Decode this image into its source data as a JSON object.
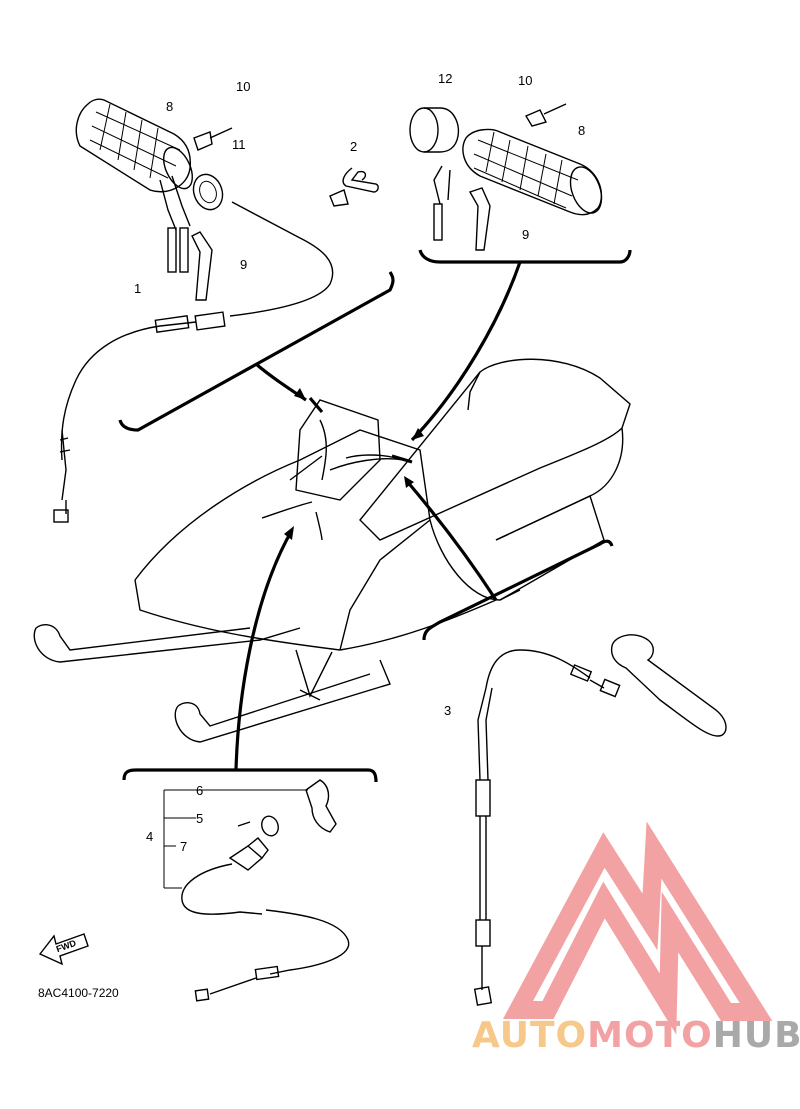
{
  "diagram": {
    "part_labels": {
      "p1": "1",
      "p2": "2",
      "p3": "3",
      "p4": "4",
      "p5": "5",
      "p6": "6",
      "p7": "7",
      "p8_left": "8",
      "p8_right": "8",
      "p9_left": "9",
      "p9_right": "9",
      "p10_left": "10",
      "p10_right": "10",
      "p11": "11",
      "p12": "12"
    },
    "diagram_code": "8AC4100-7220",
    "fwd_label": "FWD"
  },
  "watermark": {
    "part1": "AUTO",
    "part2": "MOTO",
    "part3": "HUB",
    "colors": {
      "auto": "#f6c98a",
      "moto": "#f2a2a2",
      "hub": "#a9a9a9",
      "triangle": "#f2a2a2"
    }
  }
}
